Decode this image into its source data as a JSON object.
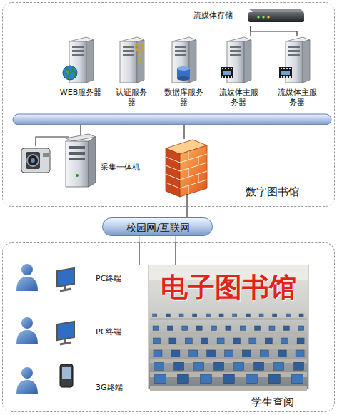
{
  "diagram": {
    "nodes": [
      {
        "text": [
          "数字图书馆"
        ]
      },
      {
        "text": [
          "流媒体存储"
        ],
        "in": 0
      },
      {
        "text": [
          "WEB服务器"
        ],
        "in": 0
      },
      {
        "text": [
          "认证服务器"
        ],
        "in": 0
      },
      {
        "text": [
          "数据库服务器"
        ],
        "in": 0
      },
      {
        "text": [
          "流媒体主服务器"
        ],
        "in": 0
      },
      {
        "text": [
          "流媒体主服务器"
        ],
        "in": 0
      },
      {
        "text": [
          "采集一体机"
        ],
        "in": 0
      },
      {
        "text": [
          "校园网/互联网"
        ]
      },
      {
        "text": [
          "学生查阅"
        ]
      },
      {
        "text": [
          "PC终端"
        ],
        "in": 9
      },
      {
        "text": [
          "PC终端"
        ],
        "in": 9
      },
      {
        "text": [
          "3G终端"
        ],
        "in": 9
      }
    ],
    "edges": [
      {
        "from": 1,
        "to": 5,
        "arrow": "none"
      },
      {
        "from": 1,
        "to": 6,
        "arrow": "none"
      },
      {
        "from": 8,
        "to": 9,
        "arrow": "none"
      },
      {
        "from": 8,
        "to": 9,
        "arrow": "none"
      }
    ],
    "labels": [
      "电子图书馆"
    ]
  }
}
